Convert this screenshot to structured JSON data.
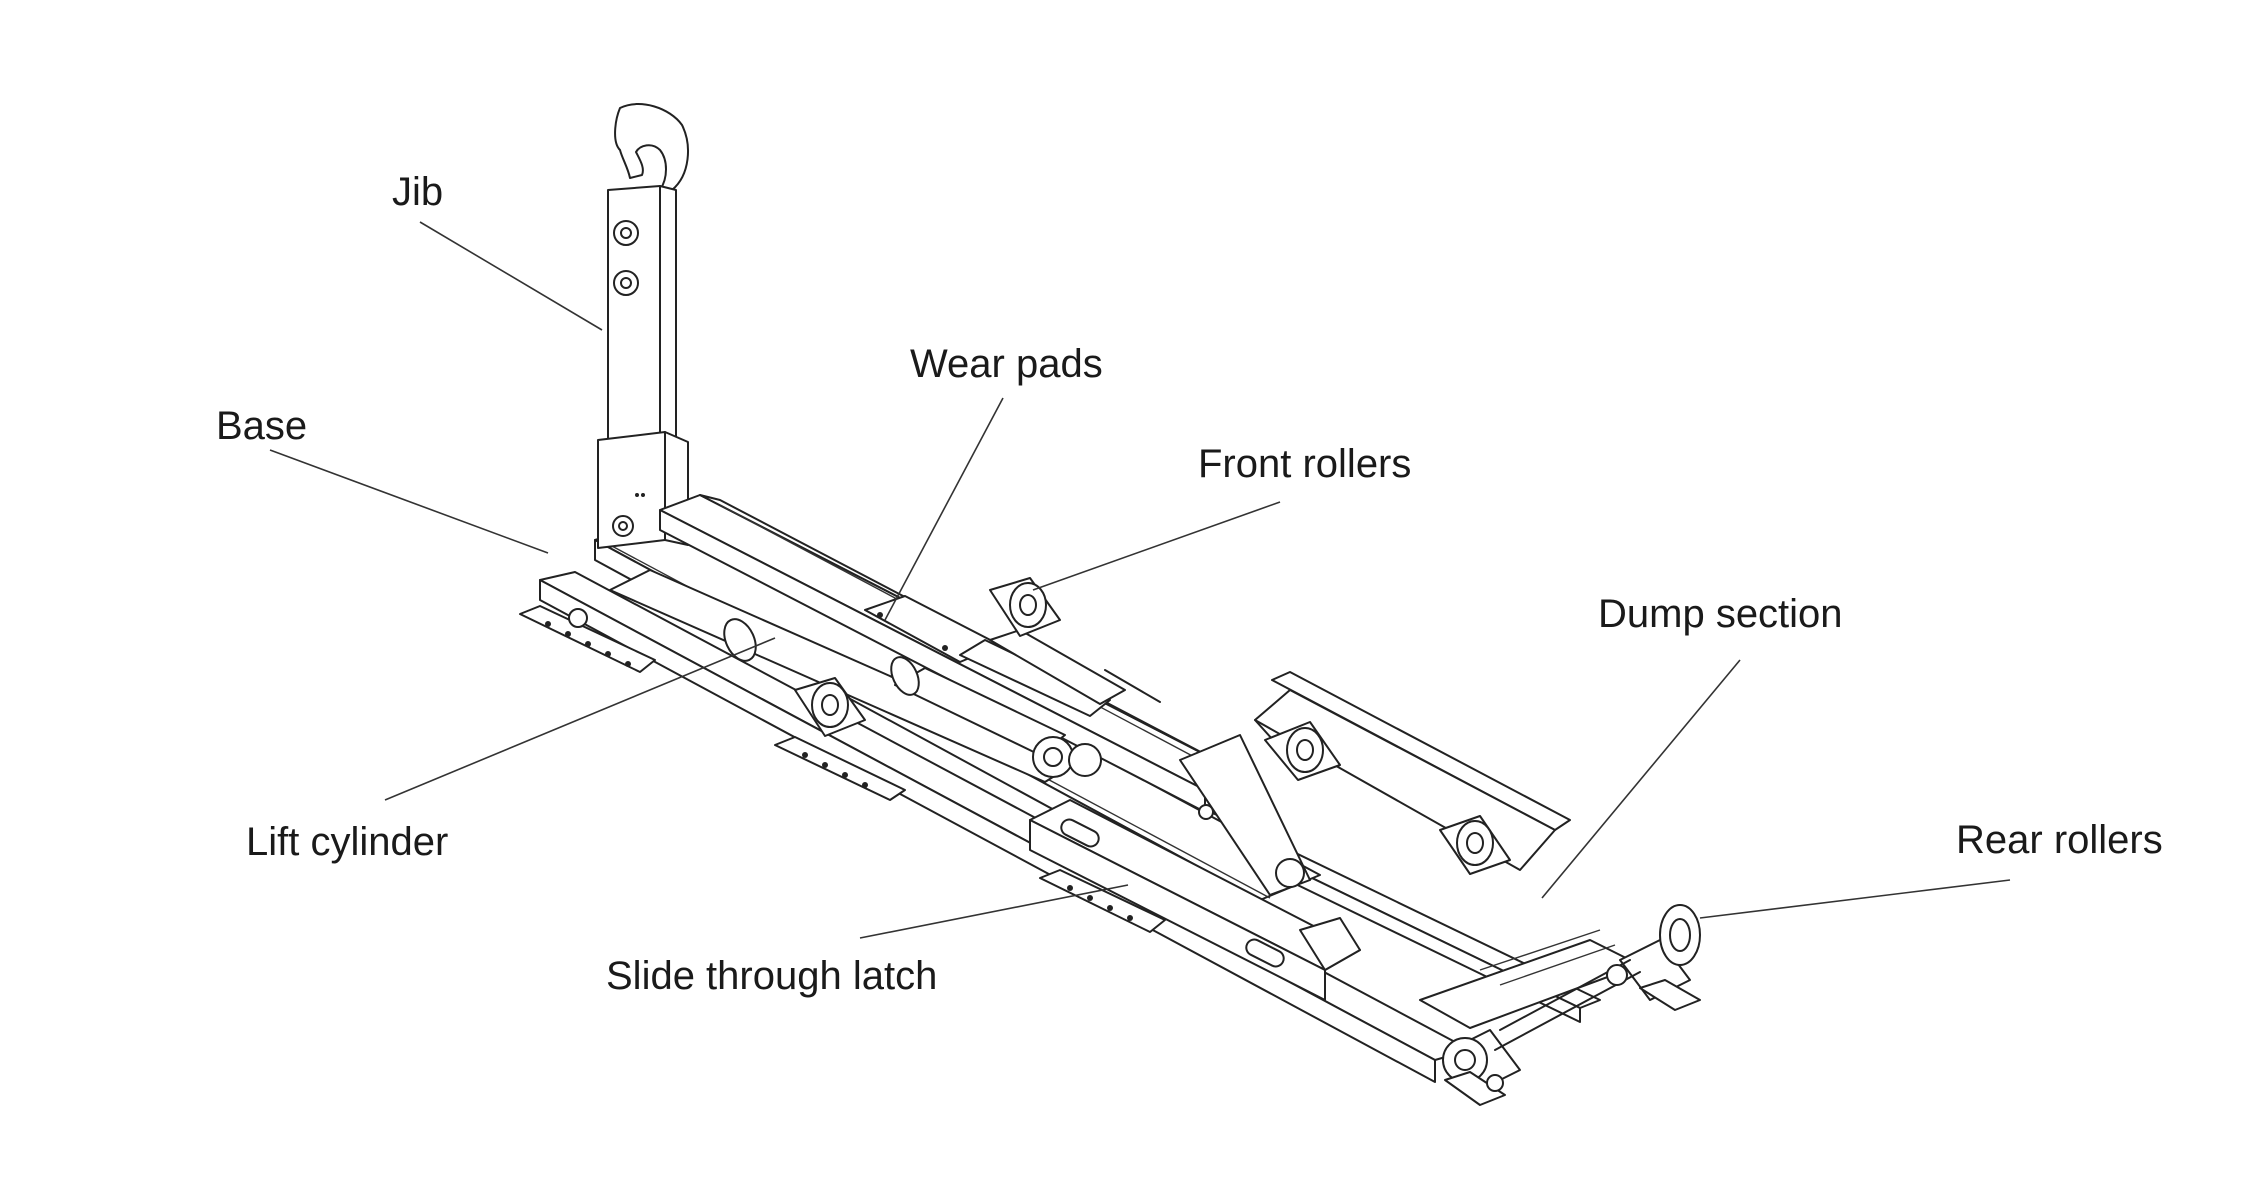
{
  "labels": {
    "jib": "Jib",
    "base": "Base",
    "wear_pads": "Wear pads",
    "front_rollers": "Front rollers",
    "dump_section": "Dump section",
    "lift_cylinder": "Lift cylinder",
    "rear_rollers": "Rear rollers",
    "slide_through_latch": "Slide through latch"
  }
}
